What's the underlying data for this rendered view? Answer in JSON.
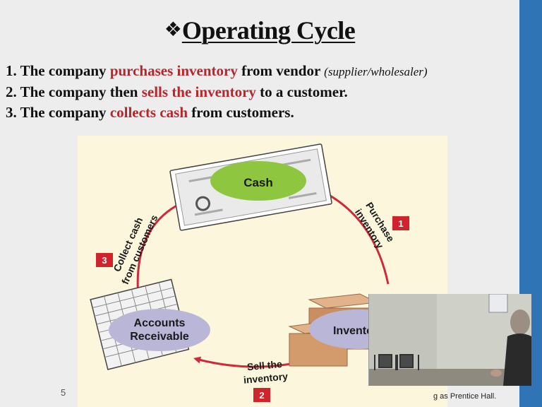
{
  "slide": {
    "title_bullet": "❖",
    "title": "Operating Cycle",
    "points": [
      {
        "num": "1.",
        "pre": "The company ",
        "hl": "purchases inventory",
        "post": " from vendor ",
        "extra": "(supplier/wholesaler)"
      },
      {
        "num": "2.",
        "pre": "The company then ",
        "hl": "sells the inventory",
        "post": " to a customer.",
        "extra": ""
      },
      {
        "num": "3.",
        "pre": "The company ",
        "hl": "collects cash",
        "post": " from customers.",
        "extra": ""
      }
    ],
    "slide_number": "5",
    "footer_text": "g as Prentice Hall."
  },
  "diagram": {
    "nodes": {
      "cash": "Cash",
      "ar_line1": "Accounts",
      "ar_line2": "Receivable",
      "inventory": "Inventory"
    },
    "arrows": {
      "purchase_line1": "Purchase",
      "purchase_line2": "inventory",
      "sell_line1": "Sell the",
      "sell_line2": "inventory",
      "collect_line1": "Collect cash",
      "collect_line2": "from customers"
    },
    "steps": [
      "1",
      "2",
      "3"
    ]
  },
  "colors": {
    "highlight": "#b8262c",
    "cycle_arrow": "#cc2b3c",
    "cash_node": "#8fc63f",
    "node_oval": "#b9b6d8",
    "step_badge": "#d1232c",
    "sidebar_blue": "#2f74b5",
    "diagram_bg": "#fbf6dc"
  },
  "icons": [
    "dollar-bill-icon",
    "spreadsheet-icon",
    "boxes-icon"
  ]
}
